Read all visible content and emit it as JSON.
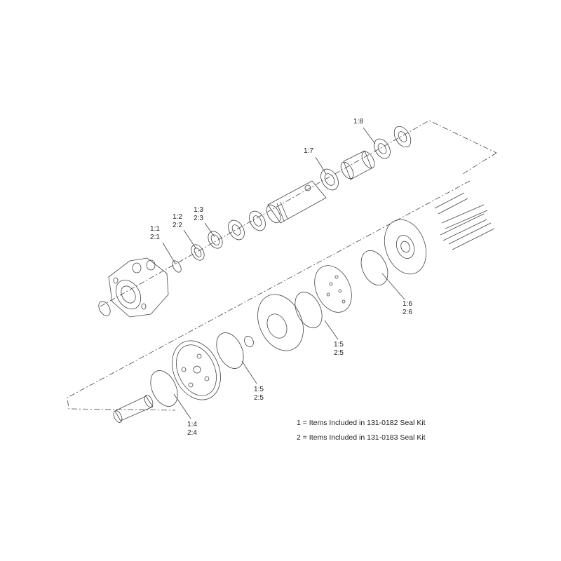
{
  "diagram": {
    "callouts": [
      {
        "id": "c1_1",
        "lines": [
          "1:1",
          "2:1"
        ]
      },
      {
        "id": "c1_2",
        "lines": [
          "1:2",
          "2:2"
        ]
      },
      {
        "id": "c1_3",
        "lines": [
          "1:3",
          "2:3"
        ]
      },
      {
        "id": "c1_7",
        "lines": [
          "1:7"
        ]
      },
      {
        "id": "c1_8",
        "lines": [
          "1:8"
        ]
      },
      {
        "id": "c1_6",
        "lines": [
          "1:6",
          "2:6"
        ]
      },
      {
        "id": "c1_5a",
        "lines": [
          "1:5",
          "2:5"
        ]
      },
      {
        "id": "c1_5b",
        "lines": [
          "1:5",
          "2:5"
        ]
      },
      {
        "id": "c1_4",
        "lines": [
          "1:4",
          "2:4"
        ]
      }
    ],
    "legend": [
      "1 = Items Included in 131-0182 Seal Kit",
      "2 = Items Included in 131-0183 Seal Kit"
    ]
  }
}
